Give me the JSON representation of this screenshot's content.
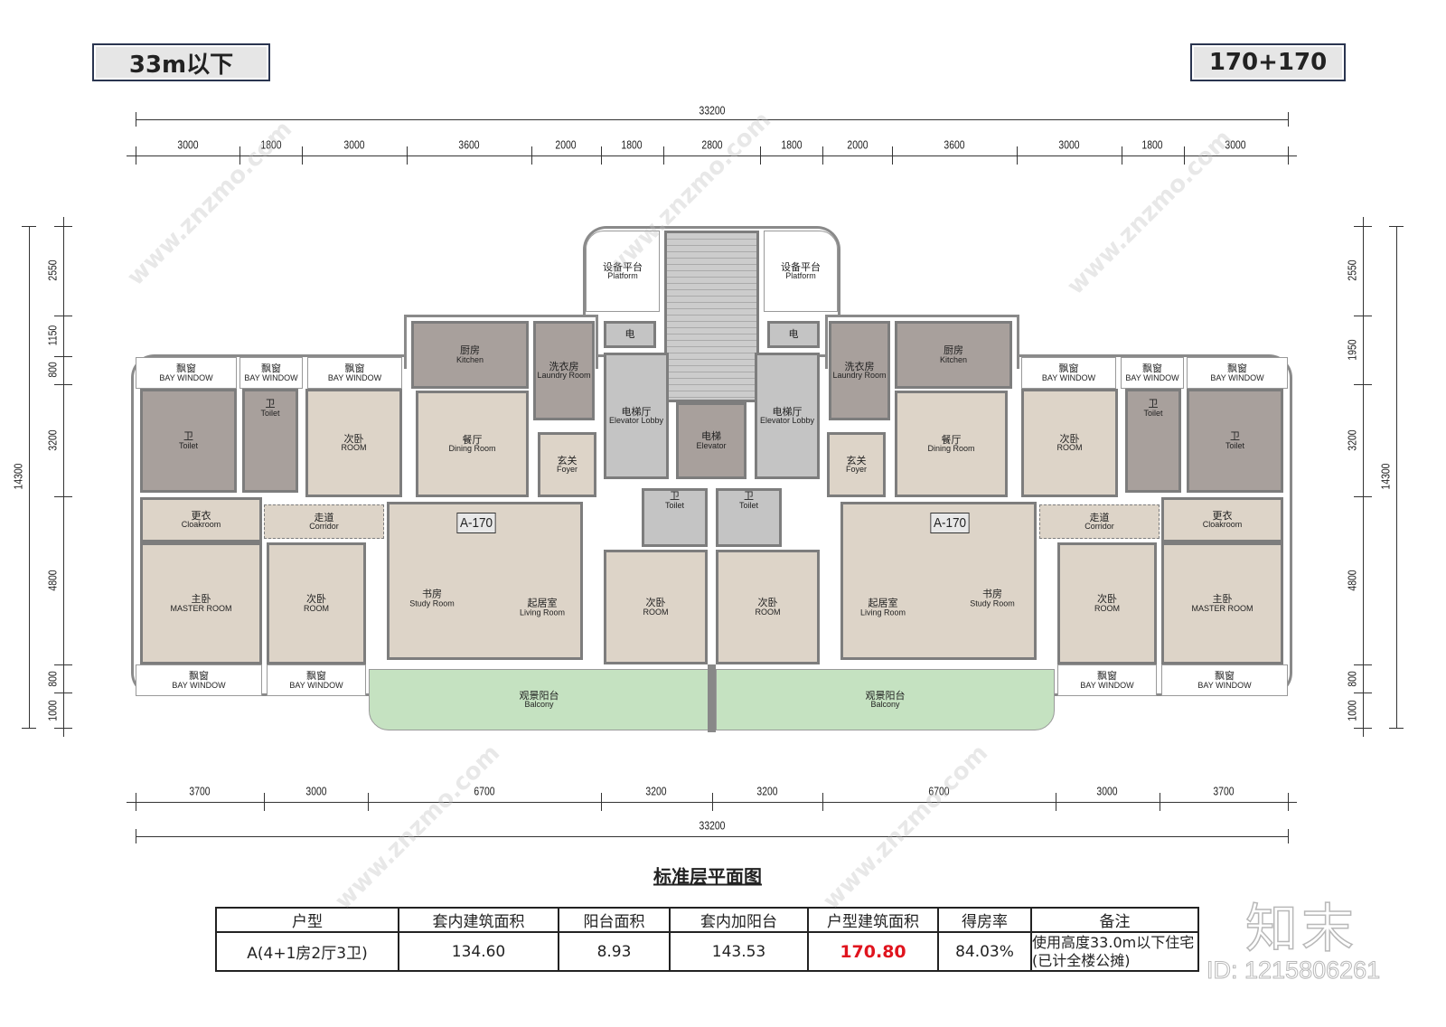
{
  "header": {
    "height_badge": "33m以下",
    "unit_badge": "170+170"
  },
  "dimensions": {
    "top_total": "33200",
    "top_segments": [
      3000,
      1800,
      3000,
      3600,
      2000,
      1800,
      2800,
      1800,
      2000,
      3600,
      3000,
      1800,
      3000
    ],
    "bottom_total": "33200",
    "bottom_segments": [
      3700,
      3000,
      6700,
      3200,
      3200,
      6700,
      3000,
      3700
    ],
    "left_total": "14300",
    "left_segments": [
      2550,
      1150,
      800,
      3200,
      4800,
      800,
      1000
    ],
    "right_total": "14300",
    "right_segments": [
      2550,
      1950,
      3200,
      4800,
      800,
      1000
    ]
  },
  "rooms": {
    "bay_window": {
      "zh": "飘窗",
      "en": "BAY WINDOW"
    },
    "toilet": {
      "zh": "卫",
      "en": "Toilet"
    },
    "room": {
      "zh": "次卧",
      "en": "ROOM"
    },
    "master": {
      "zh": "主卧",
      "en": "MASTER ROOM"
    },
    "cloakroom": {
      "zh": "更衣",
      "en": "Cloakroom"
    },
    "corridor": {
      "zh": "走道",
      "en": "Corridor"
    },
    "kitchen": {
      "zh": "厨房",
      "en": "Kitchen"
    },
    "laundry": {
      "zh": "洗衣房",
      "en": "Laundry Room"
    },
    "dining": {
      "zh": "餐厅",
      "en": "Dining Room"
    },
    "foyer": {
      "zh": "玄关",
      "en": "Foyer"
    },
    "study": {
      "zh": "书房",
      "en": "Study Room"
    },
    "living": {
      "zh": "起居室",
      "en": "Living Room"
    },
    "balcony": {
      "zh": "观景阳台",
      "en": "Balcony"
    },
    "platform": {
      "zh": "设备平台",
      "en": "Platform"
    },
    "electric": {
      "zh": "电"
    },
    "elevator_lobby": {
      "zh": "电梯厅",
      "en": "Elevator Lobby"
    },
    "elevator": {
      "zh": "电梯",
      "en": "Elevator"
    },
    "unit_tag": "A-170"
  },
  "drawing_title": "标准层平面图",
  "table": {
    "headers": [
      "户型",
      "套内建筑面积",
      "阳台面积",
      "套内加阳台",
      "户型建筑面积",
      "得房率",
      "备注"
    ],
    "row": [
      "A(4+1房2厅3卫)",
      "134.60",
      "8.93",
      "143.53",
      "170.80",
      "84.03%",
      "使用高度33.0m以下住宅(已计全楼公摊)"
    ],
    "highlight_color": "#e0141e"
  },
  "watermark": {
    "logo": "知末",
    "id": "ID: 1215806261",
    "site": "www.znzmo.com"
  }
}
